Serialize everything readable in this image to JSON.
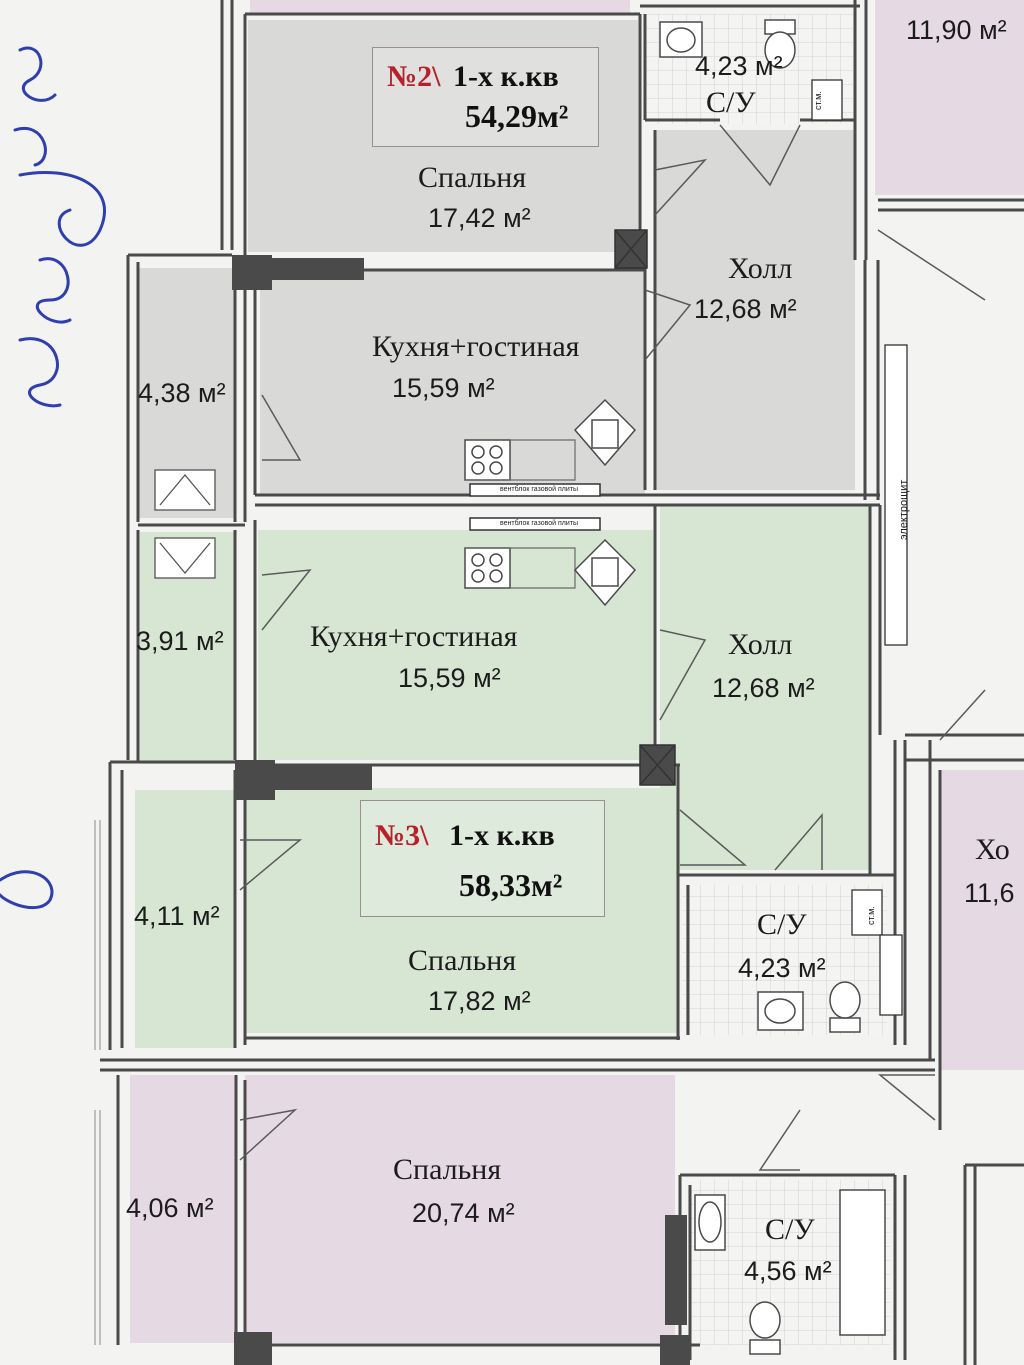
{
  "apartments": [
    {
      "id": "apt-2",
      "number_label": "№2\\",
      "type_label": "1-х к.кв",
      "total_area": "54,29м²"
    },
    {
      "id": "apt-3",
      "number_label": "№3\\",
      "type_label": "1-х к.кв",
      "total_area": "58,33м²"
    }
  ],
  "rooms": {
    "top_right_area": "11,90 м²",
    "apt2_bath_area": "4,23 м²",
    "apt2_bath_name": "С/У",
    "apt2_bedroom_name": "Спальня",
    "apt2_bedroom_area": "17,42 м²",
    "apt2_hall_name": "Холл",
    "apt2_hall_area": "12,68 м²",
    "apt2_kitchen_name": "Кухня+гостиная",
    "apt2_kitchen_area": "15,59 м²",
    "apt2_balcony_area": "4,38 м²",
    "apt3_balcony_top_area": "3,91 м²",
    "apt3_kitchen_name": "Кухня+гостиная",
    "apt3_kitchen_area": "15,59 м²",
    "apt3_hall_name": "Холл",
    "apt3_hall_area": "12,68 м²",
    "apt3_balcony_area": "4,11 м²",
    "apt3_bedroom_name": "Спальня",
    "apt3_bedroom_area": "17,82 м²",
    "apt3_bath_name": "С/У",
    "apt3_bath_area": "4,23 м²",
    "right_hall_name": "Хо",
    "right_hall_area": "11,6",
    "apt4_balcony_area": "4,06 м²",
    "apt4_bedroom_name": "Спальня",
    "apt4_bedroom_area": "20,74 м²",
    "apt4_bath_name": "С/У",
    "apt4_bath_area": "4,56 м²"
  },
  "small_labels": {
    "riser": "ст.м.",
    "electric": "электрощит",
    "gas_duct_1": "вентблок газовой плиты",
    "gas_duct_2": "вентблок газовой плиты"
  },
  "colors": {
    "apt2_fill": "#d9d9d7",
    "apt3_fill": "#d7e6d3",
    "apt4_fill": "#e5d9e4",
    "wall": "#4a4a4a",
    "number_red": "#b8202a",
    "ink_blue": "#2f3fb0"
  },
  "icons": [
    "stove-icon",
    "sink-icon",
    "toilet-icon",
    "bathtub-icon",
    "column-marker-icon",
    "ventilation-icon"
  ]
}
